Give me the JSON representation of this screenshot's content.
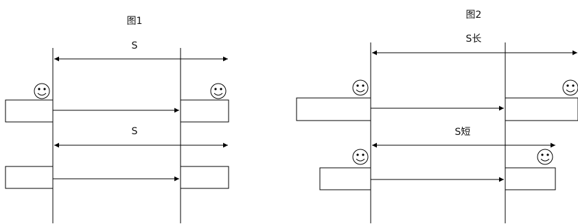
{
  "figure1": {
    "title": "图1",
    "top_distance_label": "S",
    "bottom_distance_label": "S"
  },
  "figure2": {
    "title": "图2",
    "top_distance_label": "S长",
    "bottom_distance_label": "S短"
  },
  "icons": [
    "smiley-face-icon",
    "arrowhead-icon"
  ]
}
